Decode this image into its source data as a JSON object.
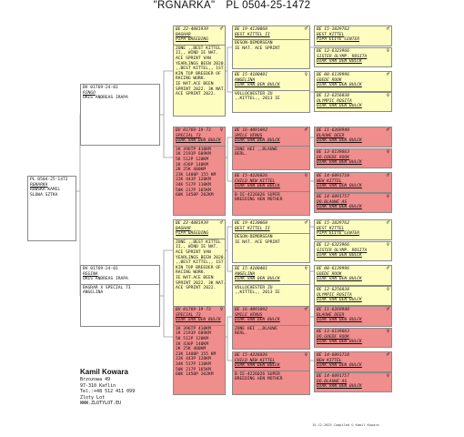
{
  "title": {
    "name": "\"RGNARKA\"",
    "ring": "PL  0504-25-1472"
  },
  "main": {
    "ring": "PL  0504-25-1472",
    "name": "RGNARKA",
    "line2": "ROWSKA KAMIL",
    "line3": "SLOWA SZTKA"
  },
  "parents": [
    {
      "ring": "BV  01769-24-01",
      "name": "RINGO",
      "owner": "ORIS ANDREAS IRAPA",
      "notes": []
    },
    {
      "ring": "BV  01769-24-01",
      "name": "REGINA",
      "owner": "ORIS ANDREAS IRAPA",
      "notes": [
        "BAGRAR X SPECIAL 73",
        "ANGELINA"
      ]
    }
  ],
  "gp": [
    {
      "ring": "BE  22-4081939",
      "sym": "♂",
      "name": "BAGHAR",
      "sub": "PIPA BREEDING",
      "notes": [
        "ZONE ,,BEST KITTEL",
        "II,, WIND IE NAT.",
        "ACE SPRINT VAN",
        "YEARLINGS BEEN 2020.",
        ",,BEST KITTEL,, 1ST",
        "KIN TOP BREEDER OF",
        "RACING WORK.",
        "IE NAT.ACE BEEN",
        "SPRINT 2022. 3K NAT.",
        "ACE SPRINT 2022."
      ]
    },
    {
      "ring": "BV  01769-19-73",
      "sym": "♀",
      "name": "SPECIAL 73",
      "sub": "DIRK VAN DEN BULCK",
      "notes": [
        "1K 396TP 410KM",
        "1K 2193P 609KM",
        "5K 512P 120KM",
        "1K 436P 140KM",
        "2K 25K  400KM",
        "23K 1400P  155 KM",
        "22K 443P 120KM",
        "34K 517P 110KM",
        "50K 217P 165KM",
        "60K 1450P 202KM"
      ]
    },
    {
      "ring": "BE  22-4081939",
      "sym": "♂",
      "name": "BAGHAR",
      "sub": "PIPA BREEDING",
      "notes": [
        "ZONE ,,BEST KITTEL",
        "II,, WIND IE NAT.",
        "ACE SPRINT VAN",
        "YEARLINGS BEEN 2020.",
        ",,BEST KITTEL,, 1ST",
        "KIN TOP BREEDER OF",
        "RACING WORK.",
        "IE NAT.ACE BEEN",
        "SPRINT 2022. 3K NAT.",
        "ACE SPRINT 2022."
      ]
    },
    {
      "ring": "BV  01769-19-73",
      "sym": "♀",
      "name": "SPECIAL 73",
      "sub": "DIRK VAN DEN BULCK",
      "notes": [
        "1K 396TP 410KM",
        "1K 2193P 609KM",
        "5K 512P 120KM",
        "1K 436P 140KM",
        "2K 25K  400KM",
        "23K 1400P  155 KM",
        "22K 443P 120KM",
        "34K 517P 110KM",
        "50K 217P 165KM",
        "60K 1450P 202KM"
      ]
    }
  ],
  "ggp": [
    {
      "ring": "BE  19-4130060",
      "sym": "♂",
      "name": "BEST KITTEL II",
      "sub": "",
      "notes": [
        "DESON-DEMORSEAN",
        "IE NAT. ACE SPRINT"
      ]
    },
    {
      "ring": "BE  15-4100401",
      "sym": "♀",
      "name": "ANGELINA",
      "sub": "DIRK VAN DEN BULCK",
      "notes": [
        "VOLLOCHESTER ZU",
        ",,KITTEL,, 2013 IE"
      ]
    },
    {
      "ring": "BE  16-4091092",
      "sym": "♂",
      "name": "SMILE VENUS",
      "sub": "DIRK VAN DEN BULCK",
      "notes": [
        "ZONE HEI ,,BLAUWE",
        "BERL."
      ]
    },
    {
      "ring": "BE  15-4226026",
      "sym": "♀",
      "name": "CHILD NEW KITTEL",
      "sub": "DIRK VAN DEN BULCK",
      "notes": [
        "B-IE-4226026 SUPER",
        "BREEDING HEN MOTHER"
      ]
    },
    {
      "ring": "BE  19-4130060",
      "sym": "♂",
      "name": "BEST KITTEL II",
      "sub": "",
      "notes": [
        "DESON-DEMORSEAN",
        "IE NAT. ACE SPRINT"
      ]
    },
    {
      "ring": "BE  15-4100401",
      "sym": "♀",
      "name": "ANGELINA",
      "sub": "DIRK VAN DEN BULCK",
      "notes": [
        "VOLLOCHESTER ZU",
        ",,KITTEL,, 2013 IE"
      ]
    },
    {
      "ring": "BE  16-4091092",
      "sym": "♂",
      "name": "SMILE VENUS",
      "sub": "DIRK VAN DEN BULCK",
      "notes": [
        "ZONE HEI ,,BLAUWE",
        "BERL."
      ]
    },
    {
      "ring": "BE  15-4226026",
      "sym": "♀",
      "name": "CHILD NEW KITTEL",
      "sub": "DIRK VAN DEN BULCK",
      "notes": [
        "B-IE-4226026 SUPER",
        "BREEDING HEN MOTHER"
      ]
    }
  ],
  "gggp": [
    {
      "ring": "BE  15-1029762",
      "sym": "♂",
      "name": "BEST KITTEL",
      "sub": "PIPA ELITE CENTER"
    },
    {
      "ring": "BE  12-6323966",
      "sym": "♀",
      "name": "SISTER OLYMP. ROSITA",
      "sub": "DIRK VAN DEN BULCK"
    },
    {
      "ring": "BE  08-6139996",
      "sym": "♂",
      "name": "GOEDE ROOK",
      "sub": "DIRK VAN DEN BULCK"
    },
    {
      "ring": "BE  12-6256038",
      "sym": "♀",
      "name": "OLYMPIC ROSITA",
      "sub": "DIRK VAN DEN BULCK"
    },
    {
      "ring": "BE  11-6269940",
      "sym": "♂",
      "name": "BLAUWE DEER",
      "sub": "DIRK VAN DEN BULCK"
    },
    {
      "ring": "BE  13-6139663",
      "sym": "♀",
      "name": "DO.GOEDE ROOK",
      "sub": "DIRK VAN DEN BULCK"
    },
    {
      "ring": "BE  14-6091710",
      "sym": "♂",
      "name": "NEW KITTEL",
      "sub": "DIRK VAN DEN BULCK"
    },
    {
      "ring": "BE  14-6091757",
      "sym": "♀",
      "name": "DO.BLAUWE AS",
      "sub": "DIRK VAN DEN BULCK"
    },
    {
      "ring": "BE  15-1029762",
      "sym": "♂",
      "name": "BEST KITTEL",
      "sub": "PIPA ELITE CENTER"
    },
    {
      "ring": "BE  12-6323966",
      "sym": "♀",
      "name": "SISTER OLYMP. ROSITA",
      "sub": "DIRK VAN DEN BULCK"
    },
    {
      "ring": "BE  08-6139996",
      "sym": "♂",
      "name": "GOEDE ROOK",
      "sub": "DIRK VAN DEN BULCK"
    },
    {
      "ring": "BE  12-6256038",
      "sym": "♀",
      "name": "OLYMPIC ROSITA",
      "sub": "DIRK VAN DEN BULCK"
    },
    {
      "ring": "BE  11-6269940",
      "sym": "♂",
      "name": "BLAUWE DEER",
      "sub": "DIRK VAN DEN BULCK"
    },
    {
      "ring": "BE  13-6139663",
      "sym": "♀",
      "name": "DO.GOEDE ROOK",
      "sub": "DIRK VAN DEN BULCK"
    },
    {
      "ring": "BE  14-6091710",
      "sym": "♂",
      "name": "NEW KITTEL",
      "sub": "DIRK VAN DEN BULCK"
    },
    {
      "ring": "BE  14-6091757",
      "sym": "♀",
      "name": "DO.BLAUWE AS",
      "sub": "DIRK VAN DEN BULCK"
    }
  ],
  "owner": {
    "name": "Kamil Kowara",
    "lines": [
      "Brzozowa 49",
      "97-310  Kaflin",
      "Tel.:+48 512 411 099",
      "Zloty Lot",
      "WWW.ZLOTYLOT.EU"
    ]
  },
  "footer": "15-12-2025   Compiled © Kamil Kowara",
  "colors": {
    "yellow": "#fdfdc0",
    "red": "#f08d8d",
    "border": "#8a8a8a"
  }
}
